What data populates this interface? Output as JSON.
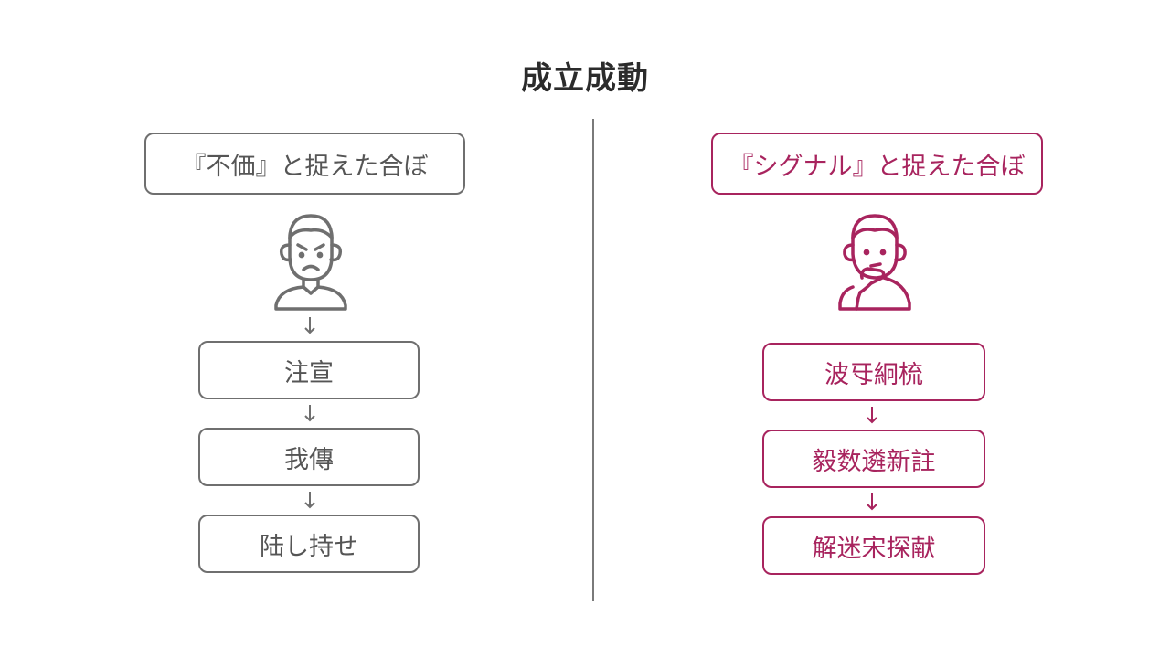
{
  "title": "成立成動",
  "left": {
    "header": "『不価』と捉えた合ぼ",
    "steps": [
      "注宣",
      "我傳",
      "陆し持せ"
    ],
    "color": "#6f6f6f",
    "icon": "frustrated-person-icon"
  },
  "right": {
    "header": "『シグナル』と捉えた合ぼ",
    "steps": [
      "波㸦絅梳",
      "毅数遴新註",
      "解迷宋探献"
    ],
    "color": "#a8245e",
    "icon": "thinking-person-icon"
  }
}
